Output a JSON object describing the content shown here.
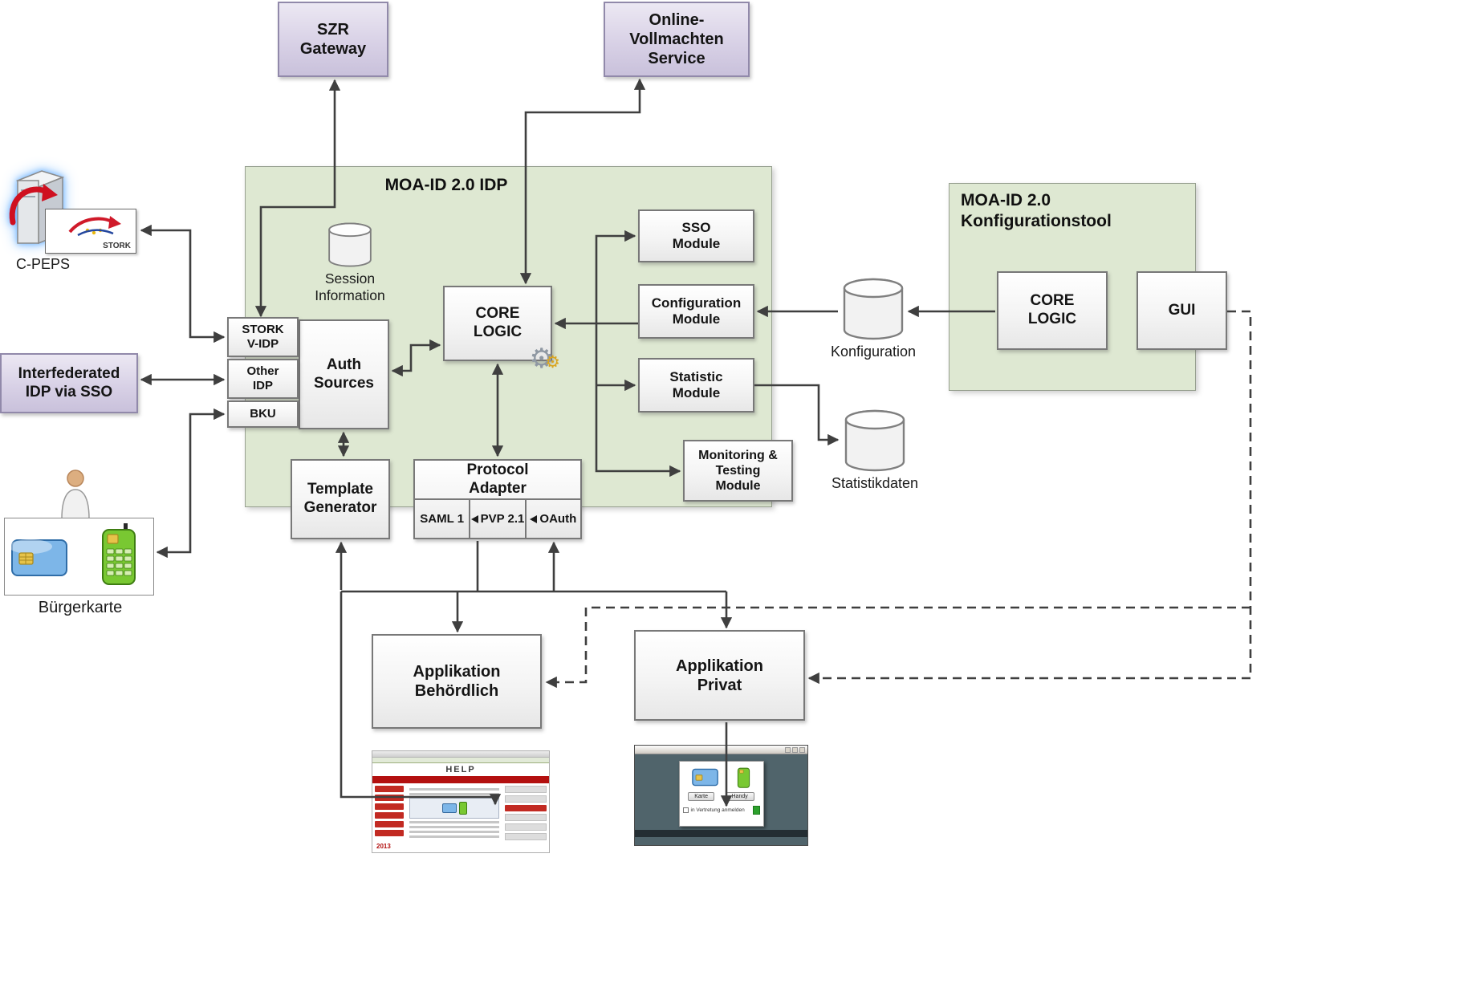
{
  "icons": {
    "gear": "⚙"
  },
  "external": {
    "szr_gateway": "SZR\nGateway",
    "online_vollmachten": "Online-\nVollmachten\nService",
    "cpeps_label": "C-PEPS",
    "stork_flag": "STORK",
    "interfederated_idp": "Interfederated\nIDP via SSO",
    "buergerkarte": "Bürgerkarte"
  },
  "idp": {
    "title": "MOA-ID 2.0 IDP",
    "session_information": "Session\nInformation",
    "core_logic": "CORE\nLOGIC",
    "sso_module": "SSO\nModule",
    "configuration_module": "Configuration\nModule",
    "statistic_module": "Statistic\nModule",
    "monitoring_module": "Monitoring &\nTesting\nModule",
    "auth_sources": "Auth\nSources",
    "source_stork": "STORK\nV-IDP",
    "source_other": "Other\nIDP",
    "source_bku": "BKU",
    "template_generator": "Template\nGenerator",
    "protocol_adapter": "Protocol\nAdapter",
    "protocol_saml": "SAML 1",
    "protocol_pvp": "PVP 2.1",
    "protocol_oauth": "OAuth"
  },
  "konfigtool": {
    "title": "MOA-ID 2.0\nKonfigurationstool",
    "core_logic": "CORE\nLOGIC",
    "gui": "GUI"
  },
  "datastores": {
    "konfiguration": "Konfiguration",
    "statistikdaten": "Statistikdaten"
  },
  "applications": {
    "behoerdlich": "Applikation\nBehördlich",
    "privat": "Applikation\nPrivat"
  },
  "screenshots": {
    "help_brand": "HELP",
    "help_year": "2013",
    "bku_karte": "Karte",
    "bku_handy": "Handy",
    "bku_vertretung": "in Vertretung anmelden"
  }
}
